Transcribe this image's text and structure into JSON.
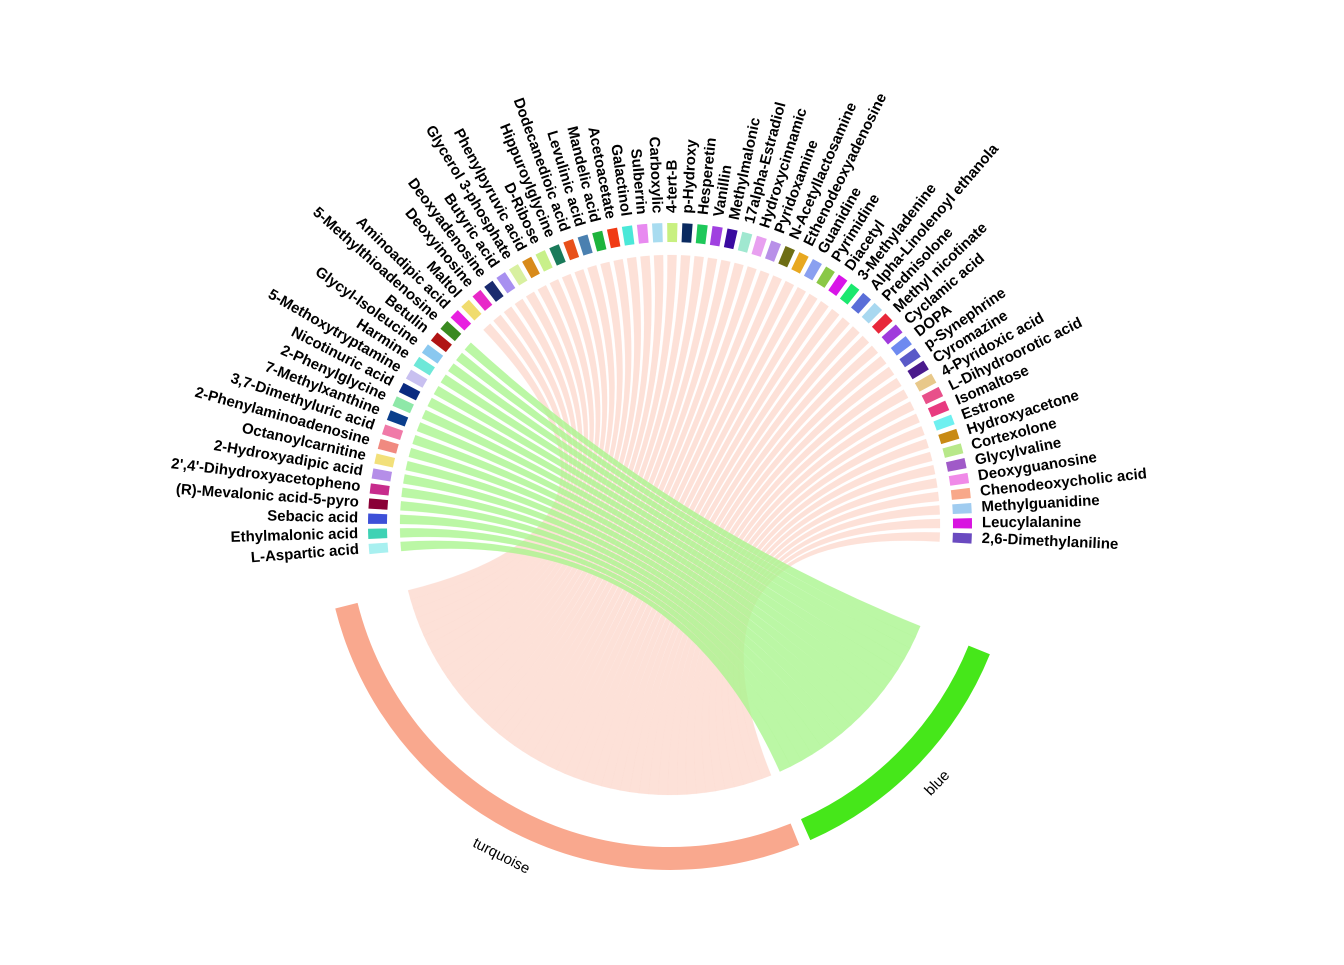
{
  "chart_data": {
    "type": "chord",
    "groups": [
      {
        "name": "turquoise",
        "color": "#F9A88E"
      },
      {
        "name": "blue",
        "color": "#46E71A"
      }
    ],
    "metabolites": [
      {
        "name": "L-Aspartic acid",
        "color": "#A8F0F0",
        "group": "turquoise"
      },
      {
        "name": "Ethylmalonic acid",
        "color": "#3ED2B4",
        "group": "turquoise"
      },
      {
        "name": "Sebacic acid",
        "color": "#3D50D8",
        "group": "turquoise"
      },
      {
        "name": "(R)-Mevalonic acid-5-pyro",
        "color": "#8A0036",
        "group": "turquoise"
      },
      {
        "name": "2',4'-Dihydroxyacetopheno",
        "color": "#C72C8C",
        "group": "turquoise"
      },
      {
        "name": "2-Hydroxyadipic acid",
        "color": "#B58EE8",
        "group": "turquoise"
      },
      {
        "name": "Octanoylcarnitine",
        "color": "#F2E07A",
        "group": "turquoise"
      },
      {
        "name": "2-Phenylaminoadenosine",
        "color": "#F08A80",
        "group": "turquoise"
      },
      {
        "name": "3,7-Dimethyluric acid",
        "color": "#F07AA8",
        "group": "turquoise"
      },
      {
        "name": "7-Methylxanthine",
        "color": "#0A3E8C",
        "group": "turquoise"
      },
      {
        "name": "2-Phenylglycine",
        "color": "#8EE8A8",
        "group": "turquoise"
      },
      {
        "name": "Nicotinuric acid",
        "color": "#0A2A80",
        "group": "turquoise"
      },
      {
        "name": "5-Methoxytryptamine",
        "color": "#C8C0F0",
        "group": "turquoise"
      },
      {
        "name": "Harmine",
        "color": "#6EE8D8",
        "group": "turquoise"
      },
      {
        "name": "Glycyl-Isoleucine",
        "color": "#8AC8F0",
        "group": "turquoise"
      },
      {
        "name": "Betulin",
        "color": "#B01414",
        "group": "turquoise"
      },
      {
        "name": "5-Methylthioadenosine",
        "color": "#3A8A20",
        "group": "turquoise"
      },
      {
        "name": "Aminoadipic acid",
        "color": "#E820E0",
        "group": "turquoise"
      },
      {
        "name": "Maltol",
        "color": "#F0DC6E",
        "group": "turquoise"
      },
      {
        "name": "Deoxyinosine",
        "color": "#E828C8",
        "group": "turquoise"
      },
      {
        "name": "Deoxyadenosine",
        "color": "#1A2A6E",
        "group": "turquoise"
      },
      {
        "name": "Butyric acid",
        "color": "#A890F0",
        "group": "turquoise"
      },
      {
        "name": "Glycerol 3-phosphate",
        "color": "#D8F0A0",
        "group": "turquoise"
      },
      {
        "name": "Phenylpyruvic acid",
        "color": "#D88A1A",
        "group": "turquoise"
      },
      {
        "name": "D-Ribose",
        "color": "#C8F08A",
        "group": "turquoise"
      },
      {
        "name": "Hippuroylglycine",
        "color": "#1A7A5A",
        "group": "turquoise"
      },
      {
        "name": "Dodecanedioic acid",
        "color": "#E8501A",
        "group": "turquoise"
      },
      {
        "name": "Levulinic acid",
        "color": "#4A80B0",
        "group": "turquoise"
      },
      {
        "name": "Mandelic acid",
        "color": "#1EB43C",
        "group": "turquoise"
      },
      {
        "name": "Acetoacetate",
        "color": "#F03A14",
        "group": "turquoise"
      },
      {
        "name": "Galactinol",
        "color": "#4AE8D8",
        "group": "turquoise"
      },
      {
        "name": "Sulberrin",
        "color": "#E88AF0",
        "group": "turquoise"
      },
      {
        "name": "Carboxylic",
        "color": "#A8DCF0",
        "group": "turquoise"
      },
      {
        "name": "4-tert-B",
        "color": "#C8F080",
        "group": "turquoise"
      },
      {
        "name": "p-Hydroxy",
        "color": "#0A2A60",
        "group": "turquoise"
      },
      {
        "name": "Hesperetin",
        "color": "#1EC85A",
        "group": "turquoise"
      },
      {
        "name": "Vanillin",
        "color": "#A040E0",
        "group": "turquoise"
      },
      {
        "name": "Methylmalonic",
        "color": "#3A0AA0",
        "group": "turquoise"
      },
      {
        "name": "17alpha-Estradiol",
        "color": "#A0E8D0",
        "group": "turquoise"
      },
      {
        "name": "Hydroxycinnamic",
        "color": "#E8A0F0",
        "group": "turquoise"
      },
      {
        "name": "Pyridoxamine",
        "color": "#B890E8",
        "group": "turquoise"
      },
      {
        "name": "N-Acetyllactosamine",
        "color": "#6E6E14",
        "group": "turquoise"
      },
      {
        "name": "Ethenodeoxyadenosine",
        "color": "#E8A820",
        "group": "turquoise"
      },
      {
        "name": "Guanidine",
        "color": "#8AA0F0",
        "group": "turquoise"
      },
      {
        "name": "Pyrimidine",
        "color": "#8AC846",
        "group": "turquoise"
      },
      {
        "name": "Diacetyl",
        "color": "#D814E8",
        "group": "turquoise"
      },
      {
        "name": "3-Methyladenine",
        "color": "#1AE86E",
        "group": "turquoise"
      },
      {
        "name": "Alpha-Linolenoyl ethanola",
        "color": "#5A6ED8",
        "group": "turquoise"
      },
      {
        "name": "Prednisolone",
        "color": "#A8D8F0",
        "group": "turquoise"
      },
      {
        "name": "Methyl nicotinate",
        "color": "#E8283A",
        "group": "turquoise"
      },
      {
        "name": "Cyclamic acid",
        "color": "#A03ADC",
        "group": "turquoise"
      },
      {
        "name": "DOPA",
        "color": "#6E8AF0",
        "group": "turquoise"
      },
      {
        "name": "p-Synephrine",
        "color": "#5A5AC8",
        "group": "turquoise"
      },
      {
        "name": "Cyromazine",
        "color": "#4A1A8C",
        "group": "turquoise"
      },
      {
        "name": "4-Pyridoxic acid",
        "color": "#E8C88A",
        "group": "turquoise"
      },
      {
        "name": "L-Dihydroorotic acid",
        "color": "#E8508A",
        "group": "turquoise"
      },
      {
        "name": "Isomaltose",
        "color": "#E83A80",
        "group": "turquoise"
      },
      {
        "name": "Estrone",
        "color": "#6EF0F0",
        "group": "turquoise"
      },
      {
        "name": "Hydroxyacetone",
        "color": "#C88A14",
        "group": "turquoise"
      },
      {
        "name": "Cortexolone",
        "color": "#B8E88A",
        "group": "turquoise"
      },
      {
        "name": "Glycylvaline",
        "color": "#A05AC8",
        "group": "turquoise"
      },
      {
        "name": "Deoxyguanosine",
        "color": "#F08AE8",
        "group": "turquoise"
      },
      {
        "name": "Chenodeoxycholic acid",
        "color": "#F8A88A",
        "group": "turquoise"
      },
      {
        "name": "Methylguanidine",
        "color": "#A0CCF0",
        "group": "turquoise"
      },
      {
        "name": "Leucylalanine",
        "color": "#D814E0",
        "group": "turquoise"
      },
      {
        "name": "2,6-Dimethylaniline",
        "color": "#6A4AC0",
        "group": "turquoise"
      }
    ],
    "link_colors": {
      "turquoise": "#FDD8CD",
      "blue": "#A8F58C"
    },
    "links_to_blue": [
      "L-Aspartic acid",
      "Ethylmalonic acid",
      "Sebacic acid",
      "(R)-Mevalonic acid-5-pyro",
      "2',4'-Dihydroxyacetopheno",
      "2-Hydroxyadipic acid",
      "Octanoylcarnitine",
      "2-Phenylaminoadenosine",
      "3,7-Dimethyluric acid",
      "7-Methylxanthine",
      "2-Phenylglycine",
      "Nicotinuric acid",
      "5-Methoxytryptamine",
      "Harmine",
      "Glycyl-Isoleucine",
      "Betulin",
      "5-Methylthioadenosine"
    ],
    "links_to_turquoise": [
      "Maltol",
      "Deoxyinosine",
      "Deoxyadenosine",
      "Butyric acid",
      "Glycerol 3-phosphate",
      "Phenylpyruvic acid",
      "D-Ribose",
      "Hippuroylglycine",
      "Dodecanedioic acid",
      "Levulinic acid",
      "Mandelic acid",
      "Acetoacetate",
      "Galactinol",
      "Sulberrin",
      "Carboxylic",
      "4-tert-B",
      "p-Hydroxy",
      "Hesperetin",
      "Vanillin",
      "Methylmalonic",
      "17alpha-Estradiol",
      "Hydroxycinnamic",
      "Pyridoxamine",
      "N-Acetyllactosamine",
      "Ethenodeoxyadenosine",
      "Guanidine",
      "Pyrimidine",
      "Diacetyl",
      "3-Methyladenine",
      "Alpha-Linolenoyl ethanola",
      "Prednisolone",
      "Methyl nicotinate",
      "Cyclamic acid",
      "DOPA",
      "p-Synephrine",
      "Cyromazine",
      "4-Pyridoxic acid",
      "L-Dihydroorotic acid",
      "Isomaltose",
      "Estrone",
      "Hydroxyacetone",
      "Cortexolone",
      "Glycylvaline",
      "Deoxyguanosine",
      "Chenodeoxycholic acid",
      "Methylguanidine",
      "Leucylalanine",
      "2,6-Dimethylaniline"
    ]
  }
}
